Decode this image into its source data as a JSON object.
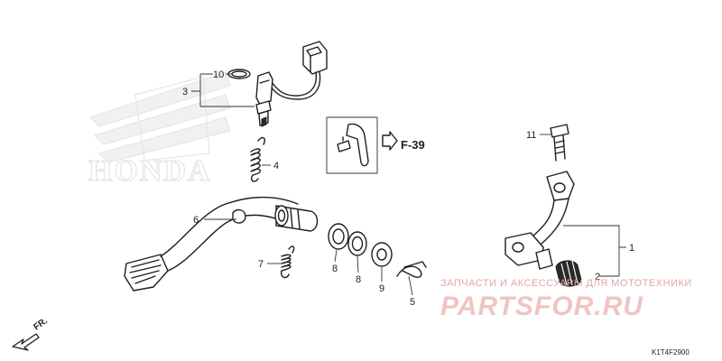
{
  "diagram": {
    "callouts": [
      "1",
      "2",
      "3",
      "4",
      "5",
      "6",
      "7",
      "8",
      "8",
      "9",
      "10",
      "11"
    ],
    "reference_label": "F-39",
    "direction_label": "FR.",
    "figure_code": "K1T4F2900"
  },
  "watermark": {
    "background_logo_text": "HONDA",
    "text_line": "ЗАПЧАСТИ И АКСЕССУАРЫ ДЛЯ МОТОТЕХНИКИ",
    "brand": "PARTSFOR.RU"
  }
}
